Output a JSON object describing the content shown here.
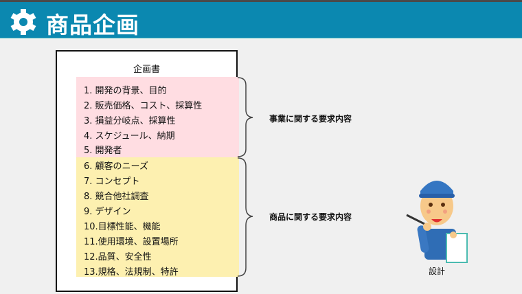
{
  "header": {
    "title": "商品企画",
    "icon": "gear-icon"
  },
  "document": {
    "title": "企画書",
    "business_items": [
      "1. 開発の背景、目的",
      "2. 販売価格、コスト、採算性",
      "3. 損益分岐点、採算性",
      "4. スケジュール、納期",
      "5. 開発者"
    ],
    "product_items": [
      "6. 顧客のニーズ",
      "7. コンセプト",
      "8. 競合他社調査",
      "9. デザイン",
      "10.目標性能、機能",
      "11.使用環境、設置場所",
      "12.品質、安全性",
      "13.規格、法規制、特許"
    ]
  },
  "labels": {
    "business": "事業に関する要求内容",
    "product": "商品に関する要求内容"
  },
  "person": {
    "role": "設計"
  },
  "colors": {
    "header": "#0b88b0",
    "pink": "#ffdde2",
    "yellow": "#fdf0b0"
  }
}
